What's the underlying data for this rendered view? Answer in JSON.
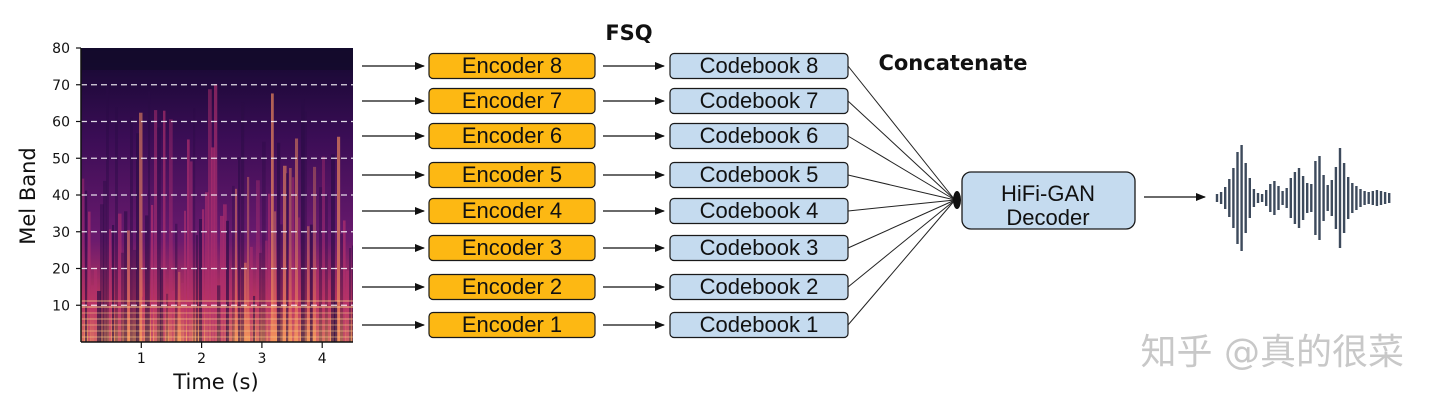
{
  "spectrogram": {
    "ylabel": "Mel Band",
    "xlabel": "Time (s)",
    "yticks": [
      "10",
      "20",
      "30",
      "40",
      "50",
      "60",
      "70",
      "80"
    ],
    "xticks": [
      "1",
      "2",
      "3",
      "4"
    ]
  },
  "fsq_label": "FSQ",
  "concat_label": "Concatenate",
  "encoders": [
    "Encoder 8",
    "Encoder 7",
    "Encoder 6",
    "Encoder 5",
    "Encoder 4",
    "Encoder 3",
    "Encoder 2",
    "Encoder 1"
  ],
  "codebooks": [
    "Codebook 8",
    "Codebook 7",
    "Codebook 6",
    "Codebook 5",
    "Codebook 4",
    "Codebook 3",
    "Codebook 2",
    "Codebook 1"
  ],
  "decoder": {
    "line1": "HiFi-GAN",
    "line2": "Decoder"
  },
  "watermark": "知乎 @真的很菜",
  "colors": {
    "encoder_fill": "#fdb813",
    "codebook_fill": "#c5dbef",
    "decoder_fill": "#c5dbef",
    "waveform": "#3d4a5c",
    "stroke": "#1a1a1a"
  }
}
